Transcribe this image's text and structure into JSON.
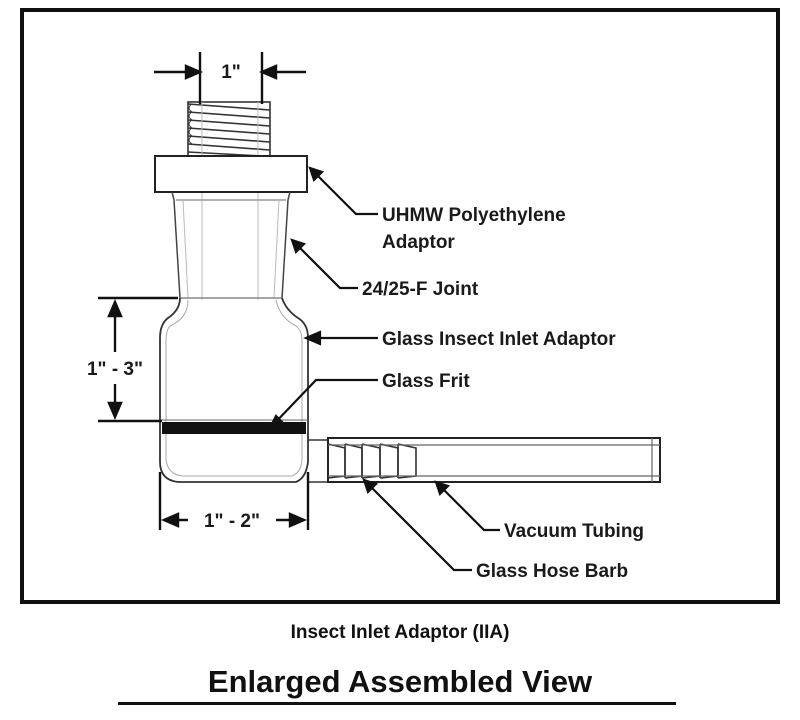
{
  "diagram": {
    "dimensions": {
      "top_width": "1\"",
      "height_range": "1\" - 3\"",
      "bottom_width": "1\" - 2\""
    },
    "labels": {
      "uhmw_line1": "UHMW Polyethylene",
      "uhmw_line2": "Adaptor",
      "joint": "24/25-F Joint",
      "glass_adaptor": "Glass Insect Inlet Adaptor",
      "frit": "Glass Frit",
      "vacuum_tubing": "Vacuum Tubing",
      "hose_barb": "Glass Hose Barb"
    }
  },
  "captions": {
    "subtitle": "Insect Inlet Adaptor (IIA)",
    "title": "Enlarged Assembled View"
  }
}
